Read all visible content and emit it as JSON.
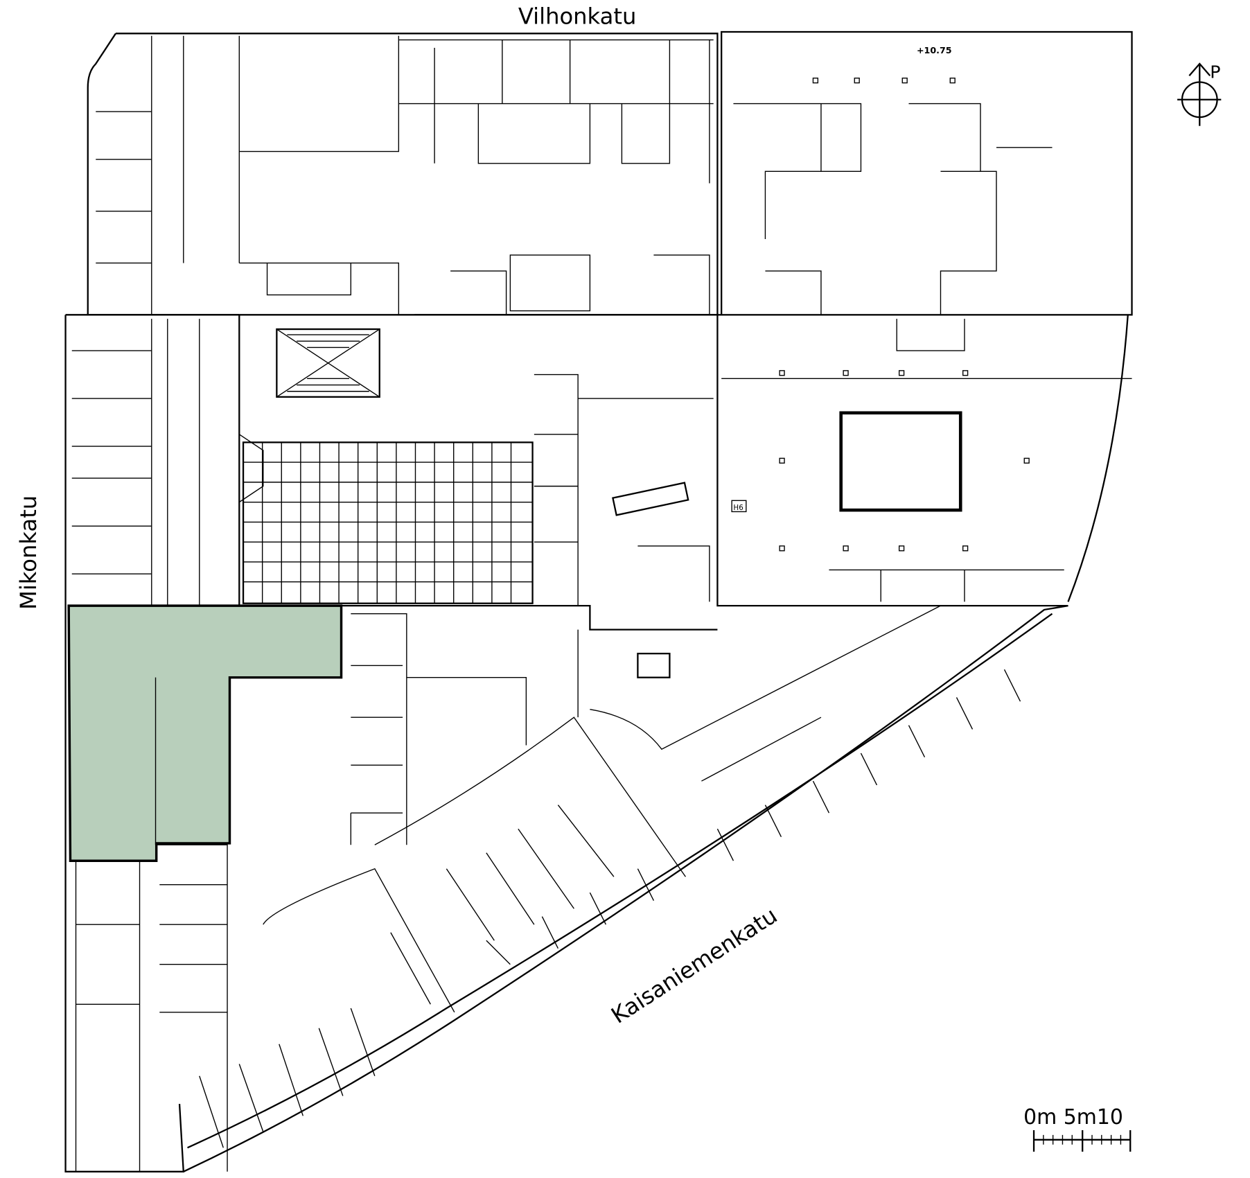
{
  "streets": {
    "north": "Vilhonkatu",
    "west": "Mikonkatu",
    "southeast": "Kaisaniemenkatu"
  },
  "annotations": {
    "level": "+10.75",
    "room_h6": "H6"
  },
  "compass": {
    "label": "P"
  },
  "scale_bar": {
    "label": "0m 5m10"
  },
  "colors": {
    "highlight": "#b8cfbb",
    "walls": "#000000"
  }
}
